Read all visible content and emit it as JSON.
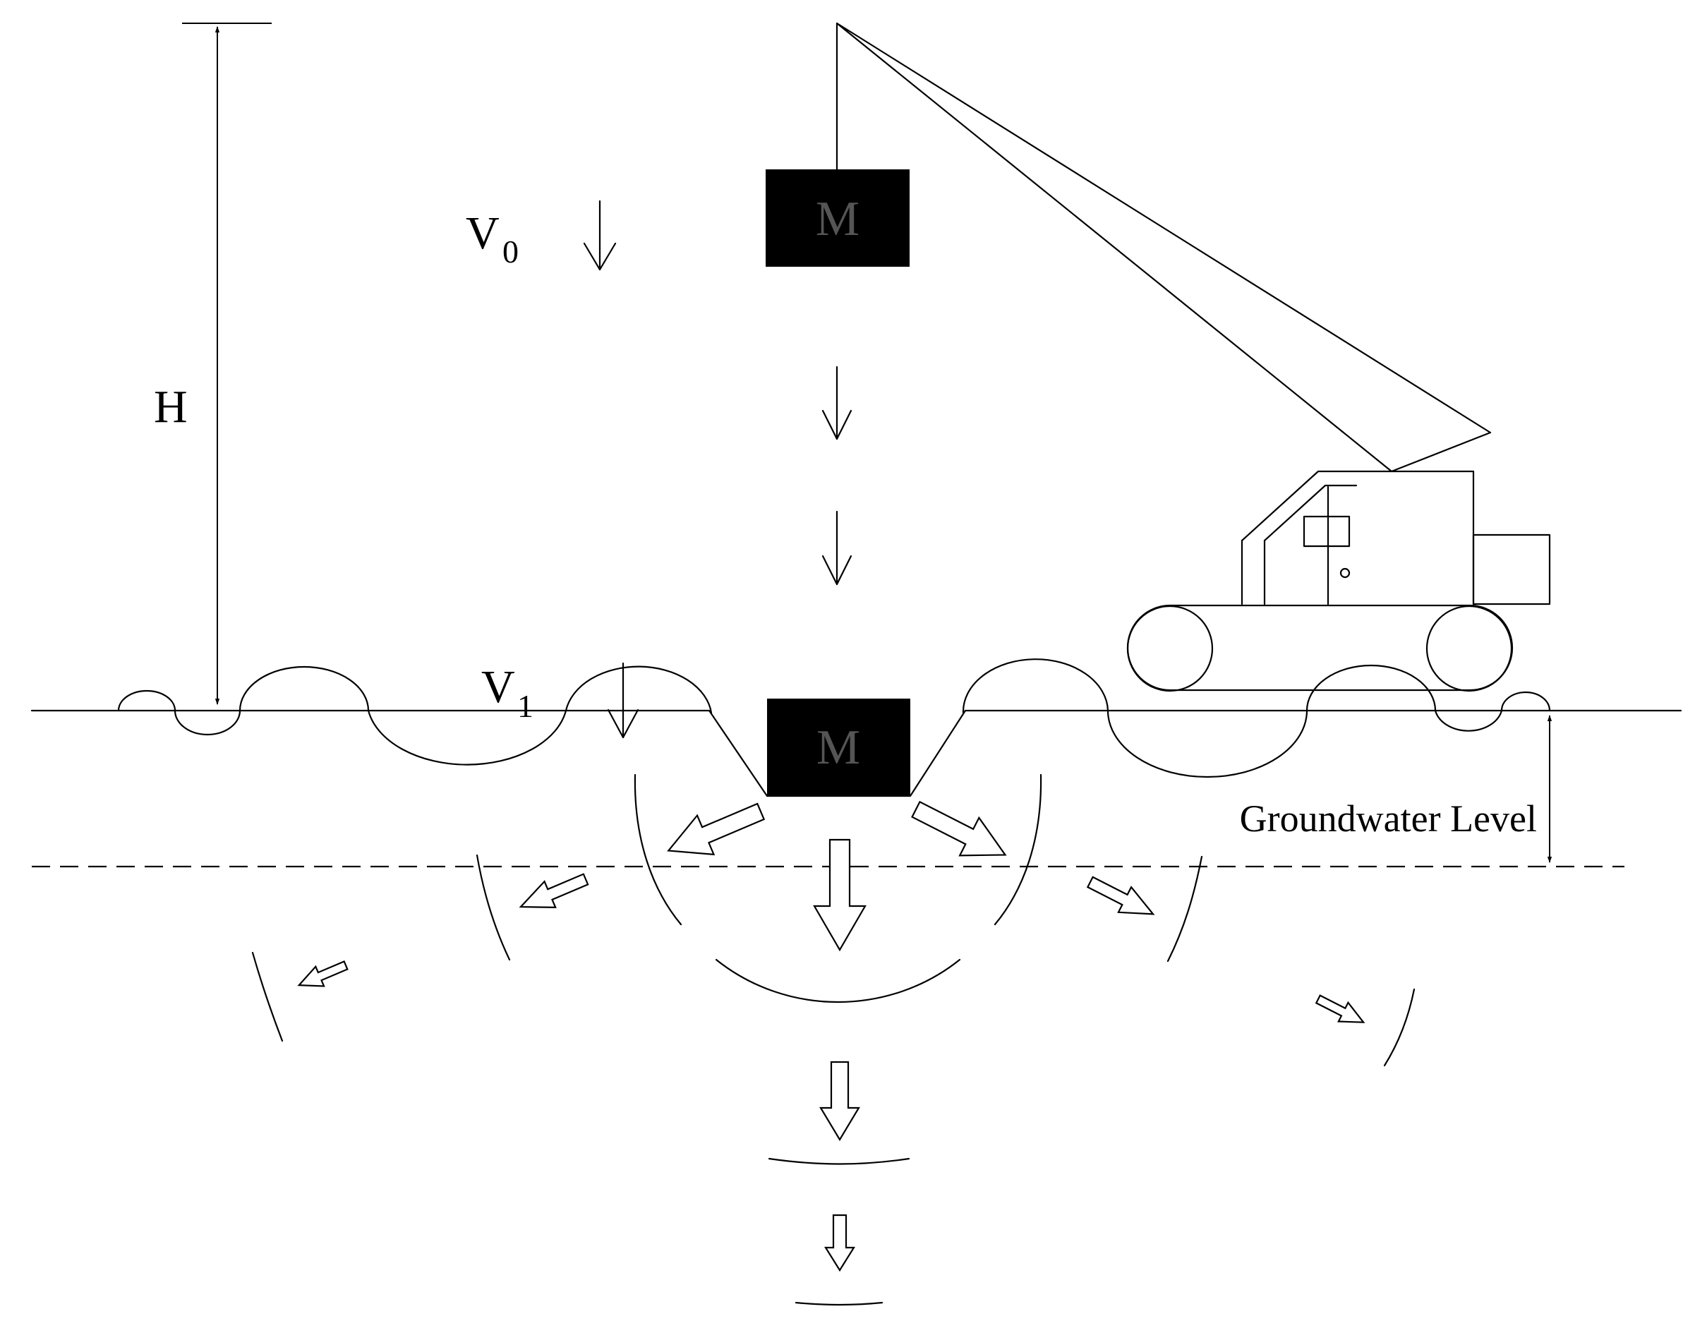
{
  "labels": {
    "height": "H",
    "v0_main": "V",
    "v0_sub": "0",
    "v1_main": "V",
    "v1_sub": "1",
    "groundwater": "Groundwater Level",
    "mass_top": "M",
    "mass_bottom": "M"
  }
}
